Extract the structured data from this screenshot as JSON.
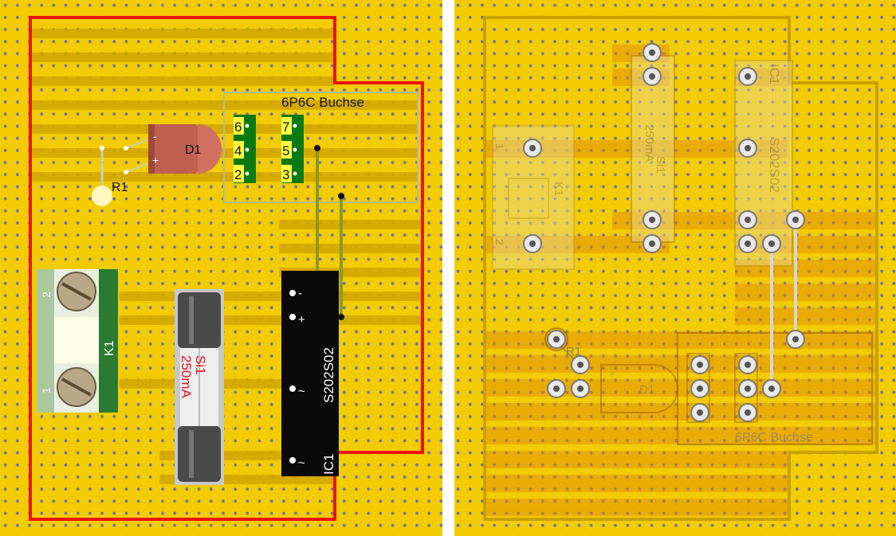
{
  "front": {
    "connector_label": "6P6C Buchse",
    "pin_numbers": [
      "6",
      "4",
      "2",
      "7",
      "5",
      "3"
    ],
    "led_label": "D1",
    "led_minus": "-",
    "led_plus": "+",
    "resistor_label": "R1",
    "terminal_label": "K1",
    "terminal_pin_1": "1",
    "terminal_pin_2": "2",
    "fuse_name": "Si1",
    "fuse_rating": "250mA",
    "ic_label": "IC1",
    "ic_part": "S202S02",
    "ic_pin_minus": "-",
    "ic_pin_plus": "+",
    "ic_pin_ac1": "~",
    "ic_pin_ac2": "~"
  },
  "back": {
    "connector_label": "6P6C Buchse",
    "resistor_label": "R1",
    "led_label": "D1",
    "led_plus": "+",
    "fuse_name": "Si1",
    "fuse_rating": "250mA",
    "terminal_label": "K1",
    "terminal_pin_1": "1",
    "terminal_pin_2": "2",
    "ic_label": "IC1",
    "ic_part": "S202S02"
  },
  "colors": {
    "board": "#f2cc00",
    "strip": "#d4a800",
    "strip_back": "#e08a0a",
    "outline": "#ee1111",
    "ic_body": "#0a0a0a",
    "pin_header": "#0a7a10",
    "fuse_text": "#e01020"
  }
}
